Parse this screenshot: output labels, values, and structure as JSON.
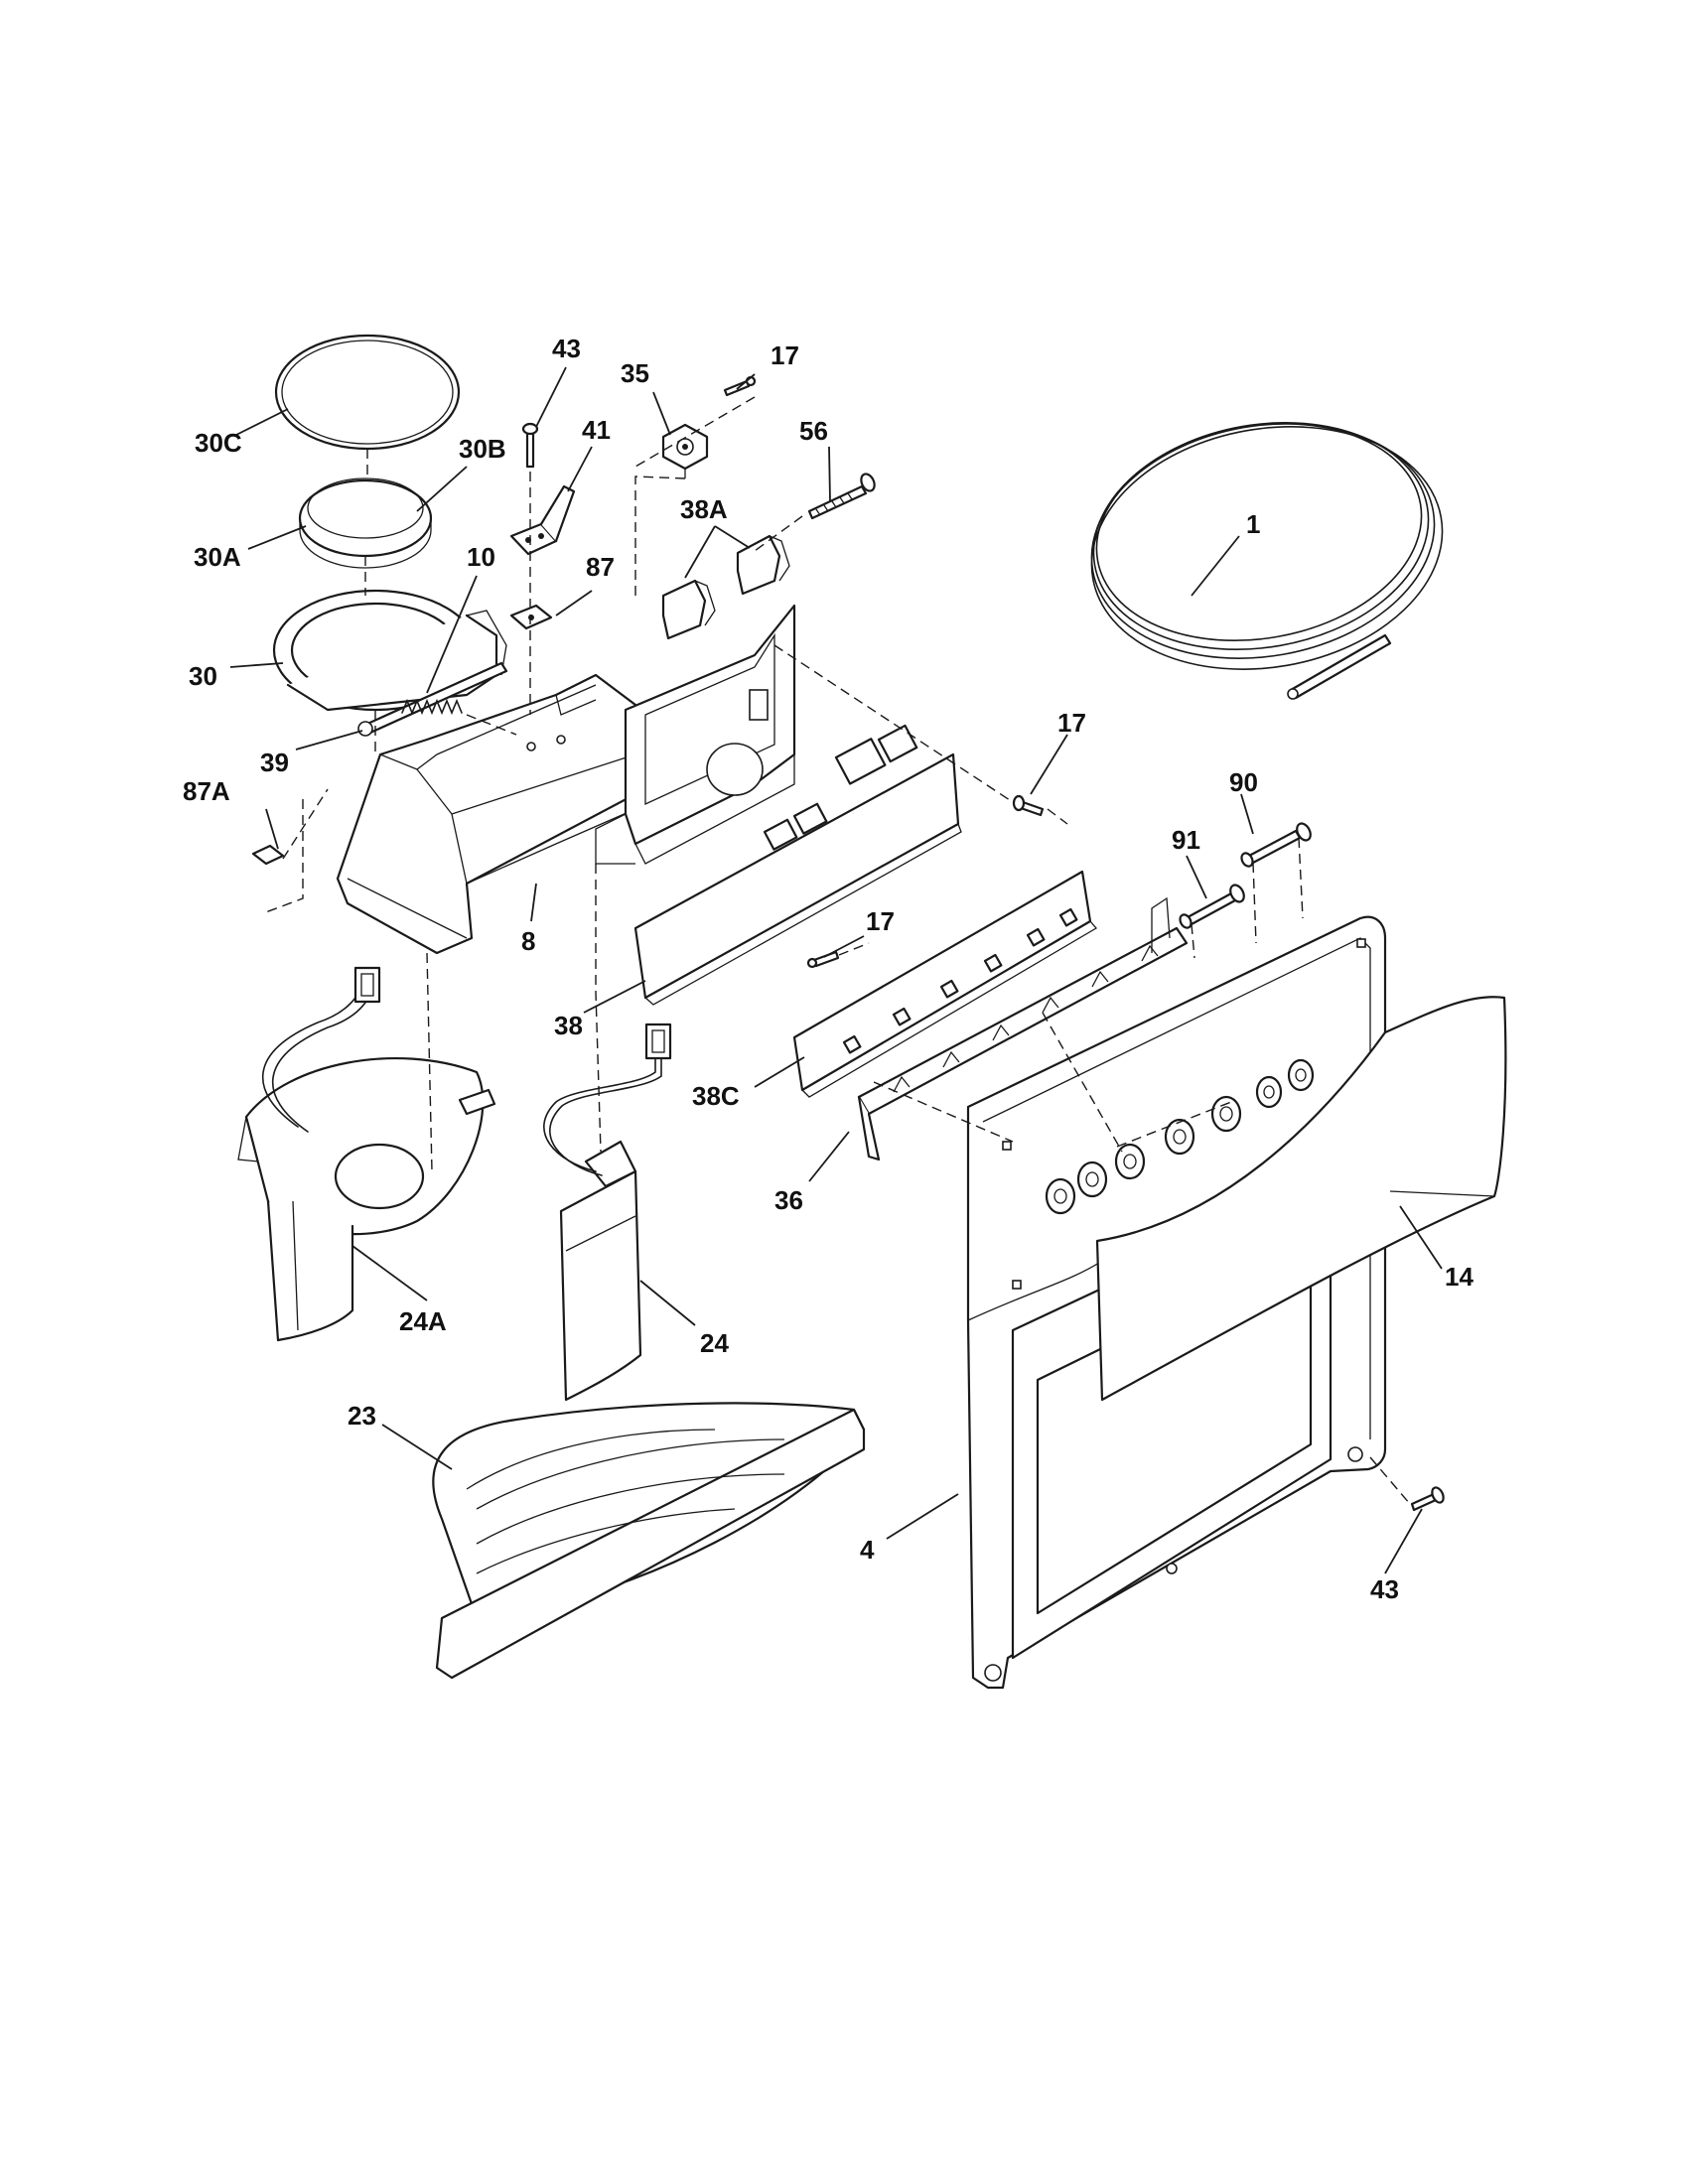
{
  "callouts": {
    "p30c": "30C",
    "p30b": "30B",
    "p30a": "30A",
    "p30": "30",
    "p10": "10",
    "p39": "39",
    "p87a": "87A",
    "p43_top": "43",
    "p41": "41",
    "p87": "87",
    "p35": "35",
    "p17_top": "17",
    "p56": "56",
    "p38a": "38A",
    "p1": "1",
    "p17_mid": "17",
    "p90": "90",
    "p91": "91",
    "p8": "8",
    "p17_low": "17",
    "p38": "38",
    "p38c": "38C",
    "p36": "36",
    "p24a": "24A",
    "p24": "24",
    "p14": "14",
    "p23": "23",
    "p4": "4",
    "p43_bot": "43"
  }
}
